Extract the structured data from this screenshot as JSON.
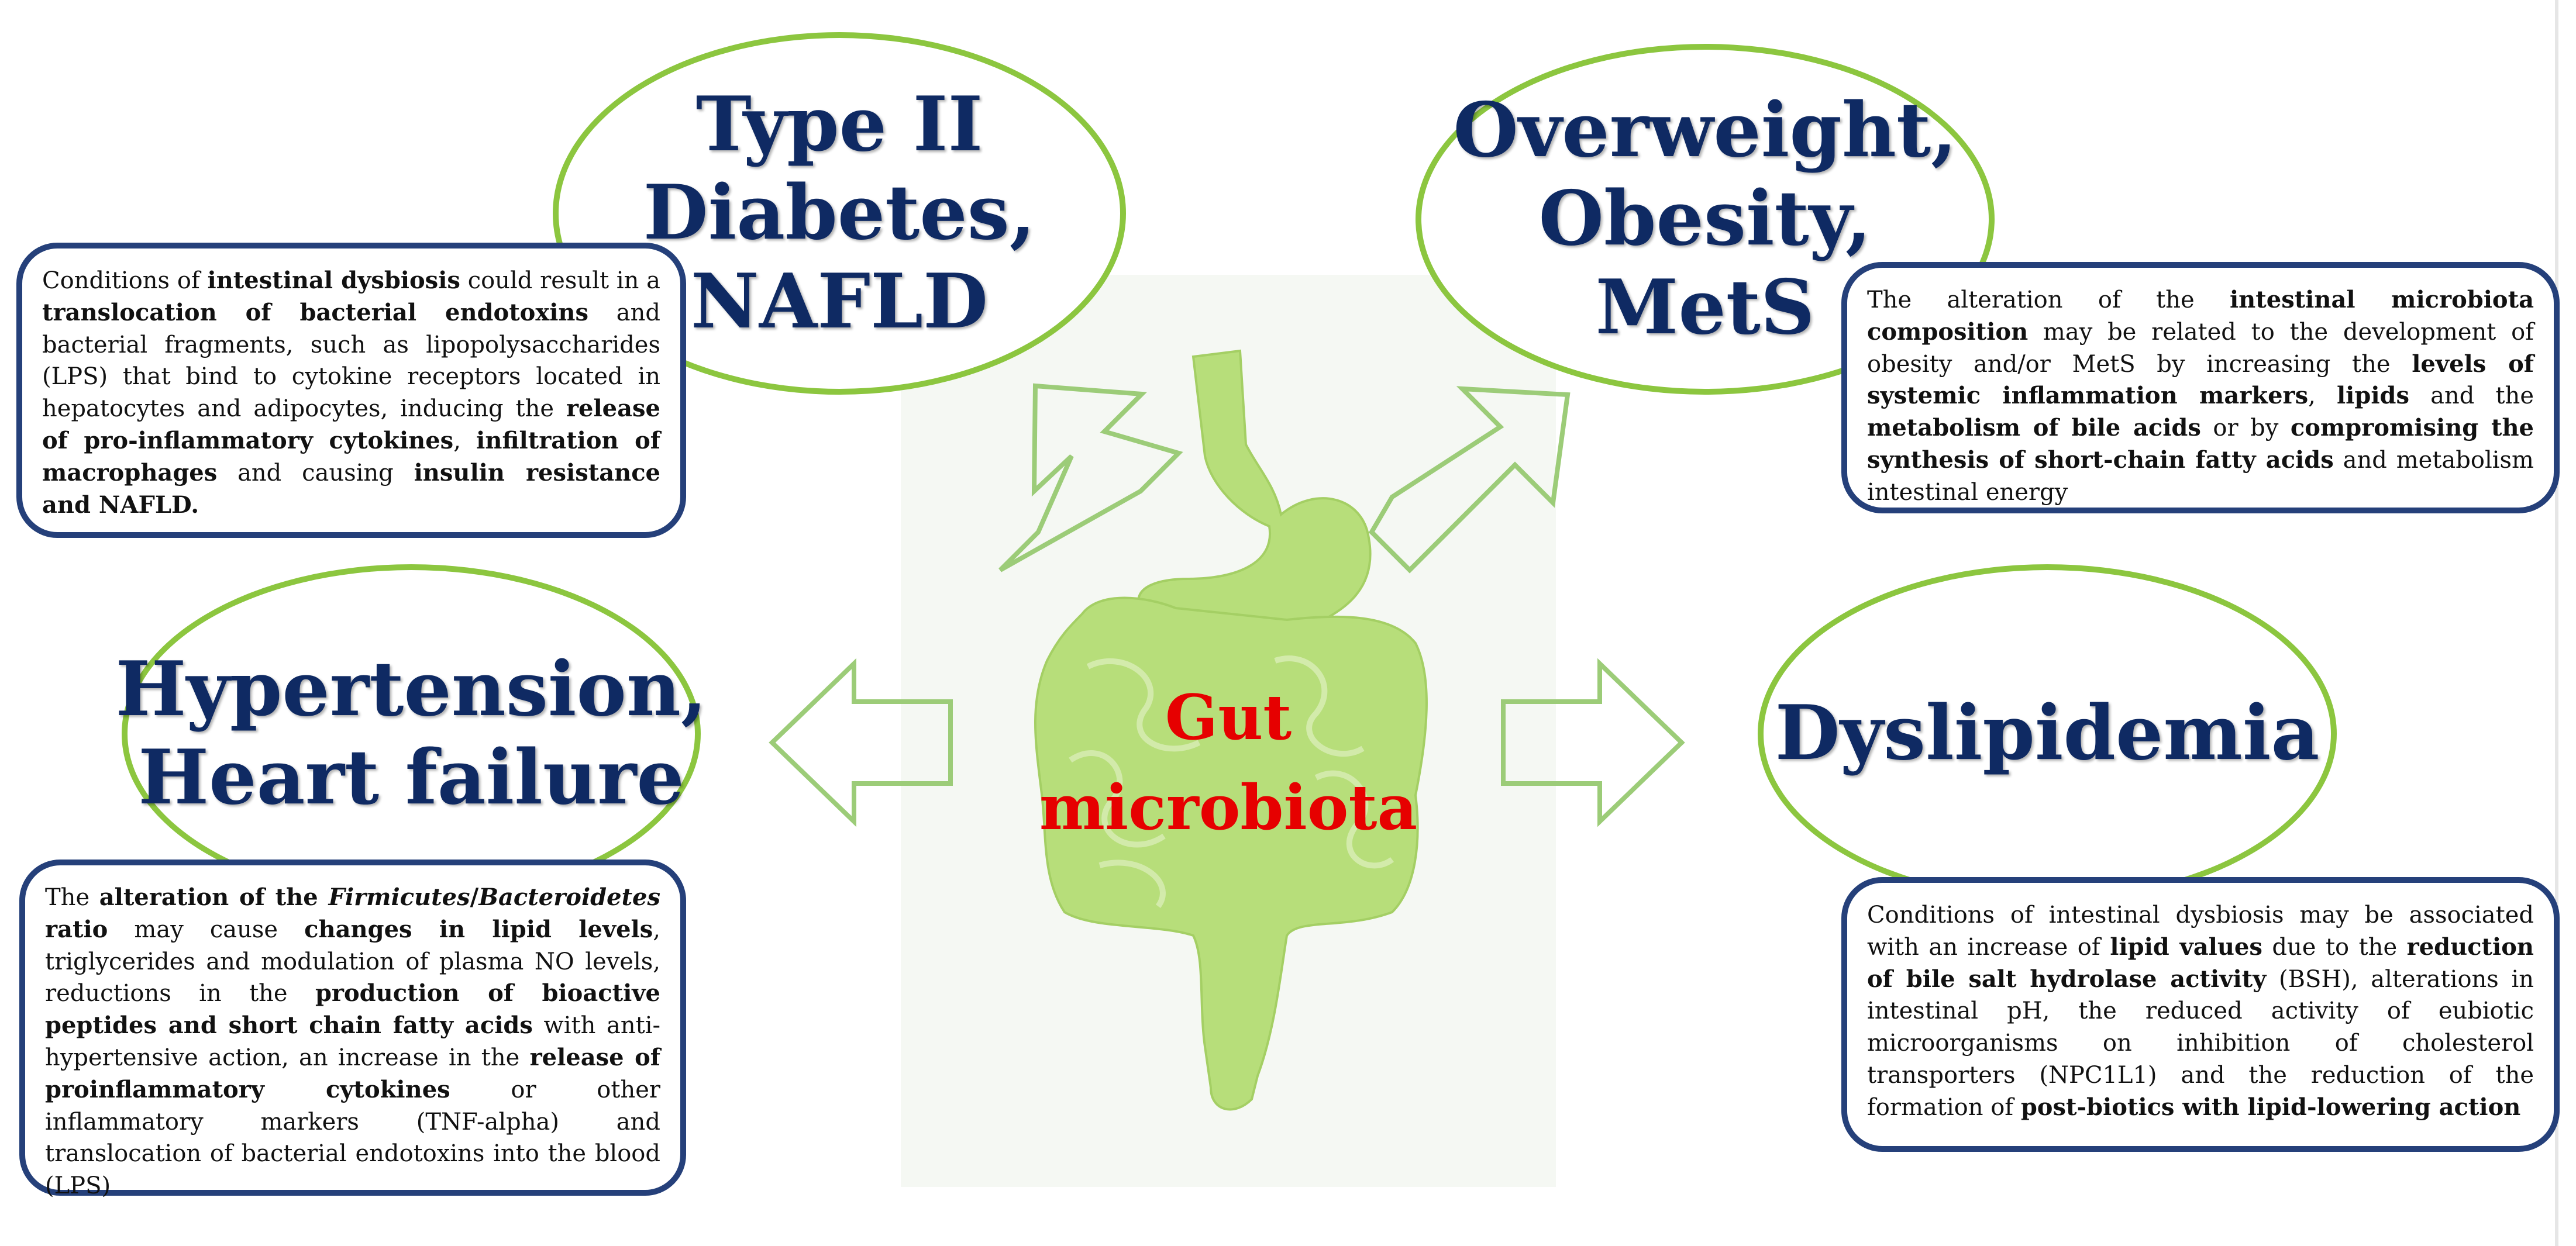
{
  "center": {
    "title": "Gut\nmicrobiota"
  },
  "colors": {
    "ellipse_border": "#8cc63f",
    "box_border": "#25407a",
    "title": "#0f2a63",
    "center_title": "#e60000",
    "organ": "#b7de7a",
    "arrow": "#9ccc78"
  },
  "diseases": {
    "diabetes": {
      "title": "Type II\nDiabetes,\nNAFLD"
    },
    "obesity": {
      "title": "Overweight,\nObesity,\nMetS"
    },
    "hypertension": {
      "title": "Hypertension,\nHeart failure"
    },
    "dyslipidemia": {
      "title": "Dyslipidemia"
    }
  },
  "descriptions": {
    "diabetes": [
      {
        "t": "Conditions of "
      },
      {
        "t": "intestinal dysbiosis",
        "b": true
      },
      {
        "t": " could result in a "
      },
      {
        "t": "translocation of bacterial endotoxins",
        "b": true
      },
      {
        "t": " and bacterial fragments, such as lipopolysaccharides (LPS) that bind to cytokine receptors located in hepatocytes and adipocytes, inducing the "
      },
      {
        "t": "release of pro-inflammatory cytokines",
        "b": true
      },
      {
        "t": ", "
      },
      {
        "t": "infiltration of macrophages",
        "b": true
      },
      {
        "t": " and causing "
      },
      {
        "t": "insulin resistance and NAFLD.",
        "b": true
      }
    ],
    "obesity": [
      {
        "t": "The alteration of the "
      },
      {
        "t": "intestinal microbiota composition",
        "b": true
      },
      {
        "t": " may be related to the development of obesity and/or MetS by increasing the "
      },
      {
        "t": "levels of systemic inflammation markers",
        "b": true
      },
      {
        "t": ", "
      },
      {
        "t": "lipids",
        "b": true
      },
      {
        "t": " and the "
      },
      {
        "t": "metabolism of bile acids",
        "b": true
      },
      {
        "t": " or by "
      },
      {
        "t": "compromising the synthesis of short-chain fatty acids",
        "b": true
      },
      {
        "t": " and metabolism intestinal energy"
      }
    ],
    "hypertension": [
      {
        "t": "The "
      },
      {
        "t": "alteration of the ",
        "b": true
      },
      {
        "t": "Firmicutes",
        "b": true,
        "i": true
      },
      {
        "t": "/",
        "b": true
      },
      {
        "t": "Bacteroidetes",
        "b": true,
        "i": true
      },
      {
        "t": " ratio",
        "b": true
      },
      {
        "t": " may cause "
      },
      {
        "t": "changes in lipid levels",
        "b": true
      },
      {
        "t": ", triglycerides and modulation of plasma NO levels, reductions in the "
      },
      {
        "t": "production of bioactive peptides and short chain fatty acids",
        "b": true
      },
      {
        "t": " with anti-hypertensive action, an increase in the "
      },
      {
        "t": "release of proinflammatory cytokines",
        "b": true
      },
      {
        "t": " or other inflammatory markers (TNF-alpha) and translocation of bacterial endotoxins into the blood (LPS)"
      }
    ],
    "dyslipidemia": [
      {
        "t": "Conditions of intestinal dysbiosis may be associated with an increase of "
      },
      {
        "t": "lipid values",
        "b": true
      },
      {
        "t": " due to the "
      },
      {
        "t": "reduction of bile salt hydrolase activity",
        "b": true
      },
      {
        "t": " (BSH), alterations in intestinal pH, the reduced activity of eubiotic microorganisms on inhibition of cholesterol transporters (NPC1L1) and the reduction of the formation of "
      },
      {
        "t": "post-biotics with lipid-lowering action",
        "b": true
      }
    ]
  }
}
